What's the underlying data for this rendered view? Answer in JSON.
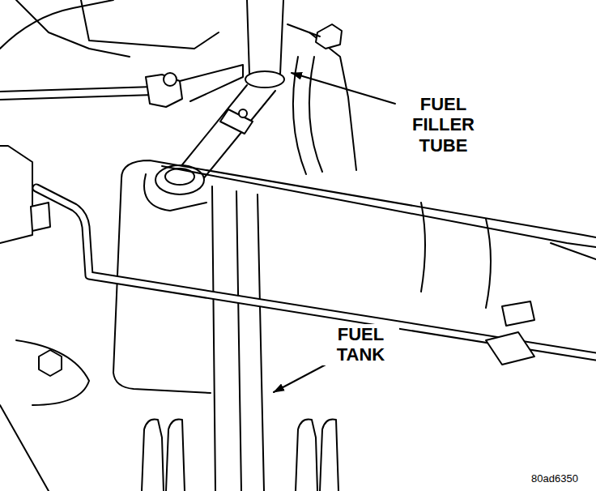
{
  "diagram": {
    "labels": [
      "FUEL FILLER TUBE",
      "FUEL TANK",
      "80ad6350"
    ]
  }
}
